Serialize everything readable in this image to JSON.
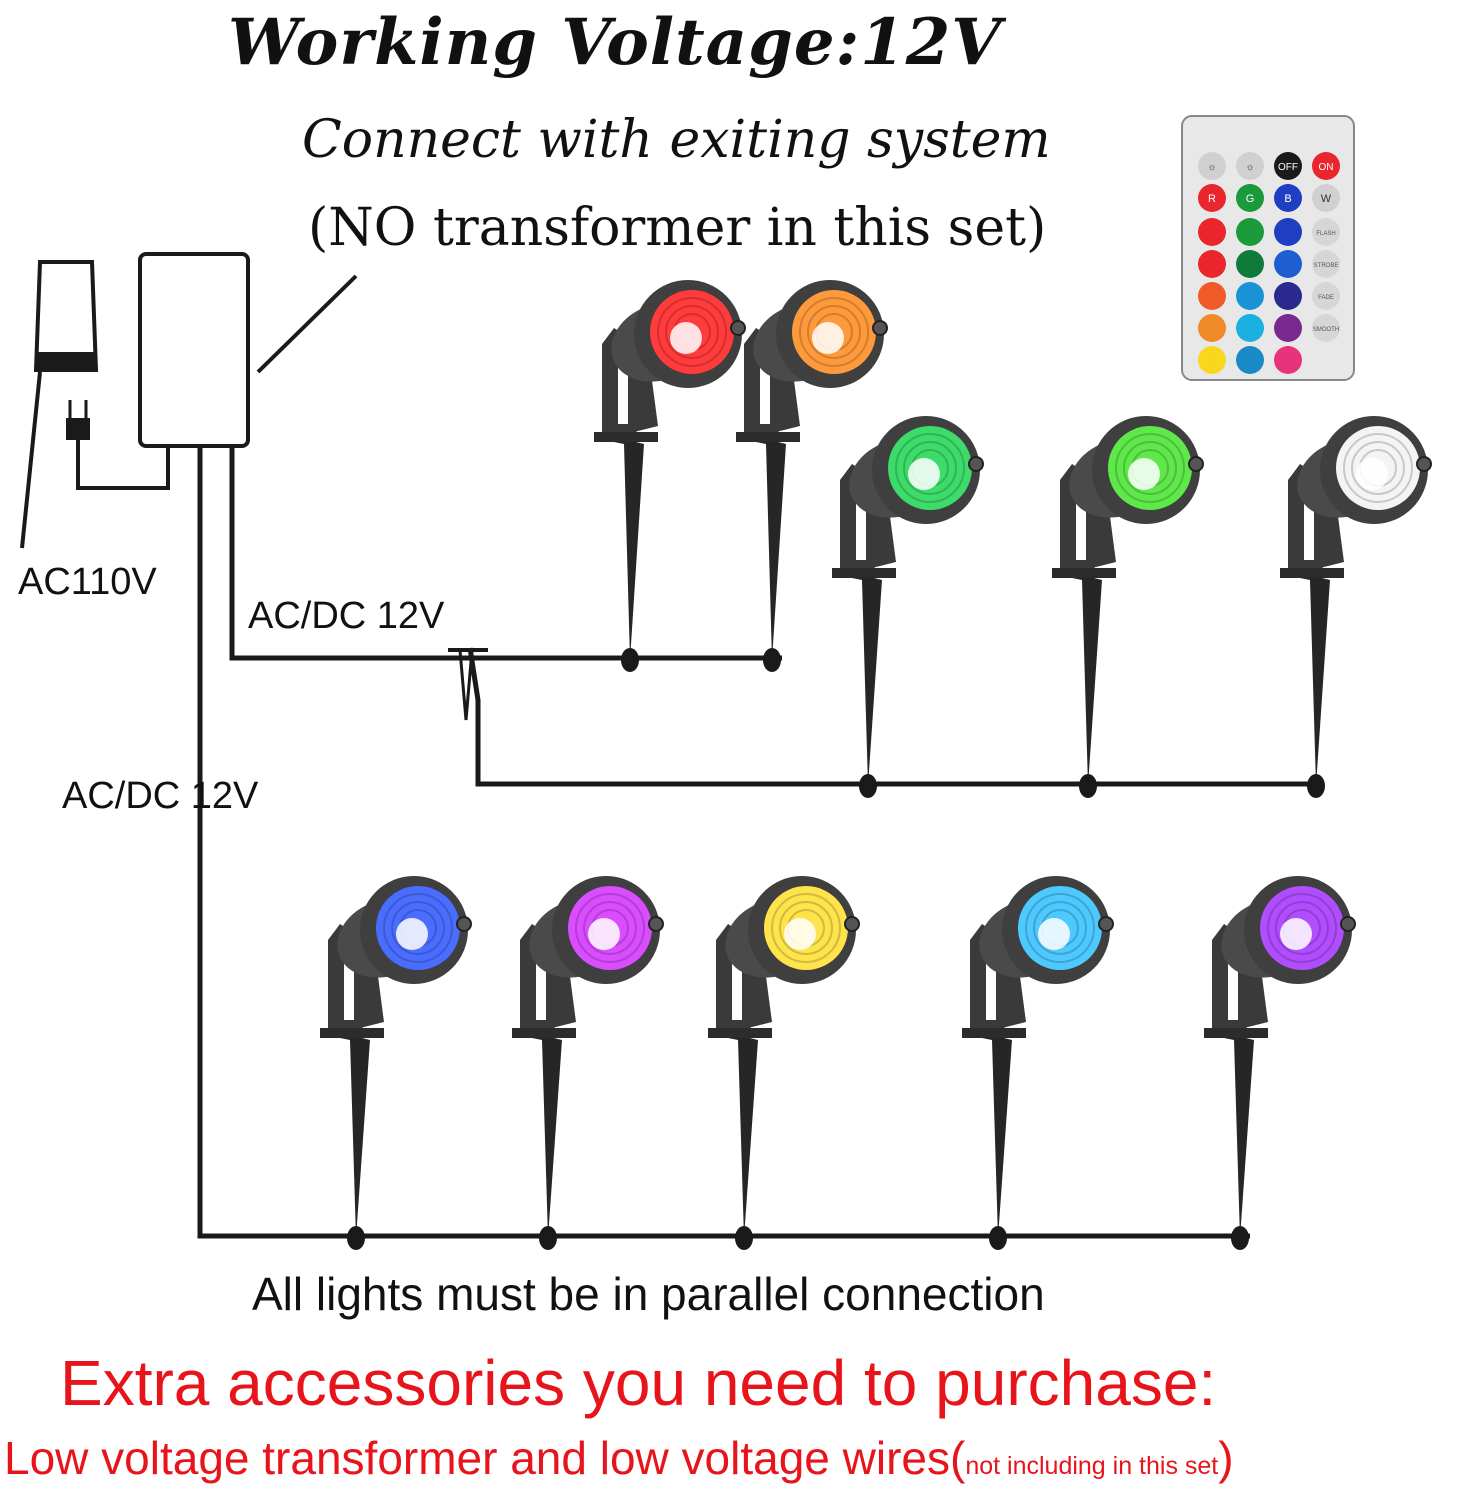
{
  "title": "Working Voltage:12V",
  "subtitle_line1": "Connect with exiting system",
  "subtitle_line2": "(NO transformer in this set)",
  "labels": {
    "ac_input": "AC110V",
    "upper_branch": "AC/DC 12V",
    "lower_branch": "AC/DC 12V"
  },
  "note_parallel": "All lights must be in parallel connection",
  "extra_heading": "Extra accessories you need to purchase:",
  "extra_detail": "Low voltage transformer and low voltage wires(",
  "extra_detail_small": "not including in this set",
  "extra_detail_close": ")",
  "colors": {
    "warning_text": "#e8141b",
    "wire": "#1a1a1a",
    "light_body": "#4a4a4a"
  },
  "lights": [
    {
      "id": "top-1",
      "color": "#ff3b3b"
    },
    {
      "id": "top-2",
      "color": "#ff9a3c"
    },
    {
      "id": "mid-1",
      "color": "#3ddc6a"
    },
    {
      "id": "mid-2",
      "color": "#5fe84a"
    },
    {
      "id": "mid-3",
      "color": "#f4f4f4"
    },
    {
      "id": "bottom-1",
      "color": "#4a6dff"
    },
    {
      "id": "bottom-2",
      "color": "#d94dff"
    },
    {
      "id": "bottom-3",
      "color": "#ffe34a"
    },
    {
      "id": "bottom-4",
      "color": "#4ec9ff"
    },
    {
      "id": "bottom-5",
      "color": "#b04dff"
    }
  ],
  "remote": {
    "buttons_row1": [
      "☼",
      "☼",
      "OFF",
      "ON"
    ],
    "buttons_row2": [
      "R",
      "G",
      "B",
      "W"
    ],
    "side_labels": [
      "FLASH",
      "STROBE",
      "FADE",
      "SMOOTH"
    ],
    "grid_colors": [
      [
        "#e8262b",
        "#1a9a3a",
        "#1f3fc2"
      ],
      [
        "#e8262b",
        "#0f7a3a",
        "#1d5fd0"
      ],
      [
        "#f05a28",
        "#1a93d6",
        "#2a2a8e"
      ],
      [
        "#f08a28",
        "#1ab0e0",
        "#7a2a8e"
      ],
      [
        "#f7d81c",
        "#1a8ac6",
        "#e8327a"
      ]
    ]
  }
}
